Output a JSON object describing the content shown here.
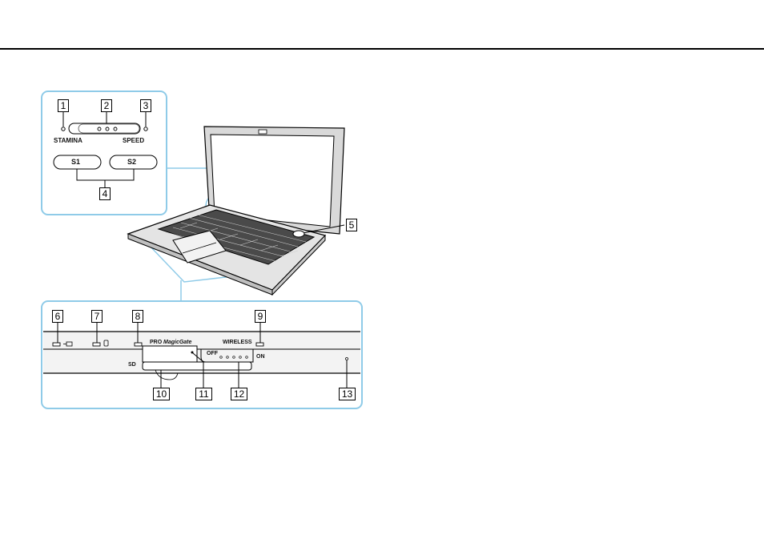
{
  "callouts": {
    "c1": "1",
    "c2": "2",
    "c3": "3",
    "c4": "4",
    "c5": "5",
    "c6": "6",
    "c7": "7",
    "c8": "8",
    "c9": "9",
    "c10": "10",
    "c11": "11",
    "c12": "12",
    "c13": "13"
  },
  "top_panel": {
    "stamina_label": "STAMINA",
    "speed_label": "SPEED",
    "s1_label": "S1",
    "s2_label": "S2"
  },
  "front_panel": {
    "pro_label": "PRO",
    "magicgate_label": "MagicGate",
    "wireless_label": "WIRELESS",
    "off_label": "OFF",
    "on_label": "ON",
    "sd_label": "SD"
  },
  "colors": {
    "frame": "#8fcbe8",
    "ink": "#000000",
    "device": "#d9d9d9"
  }
}
